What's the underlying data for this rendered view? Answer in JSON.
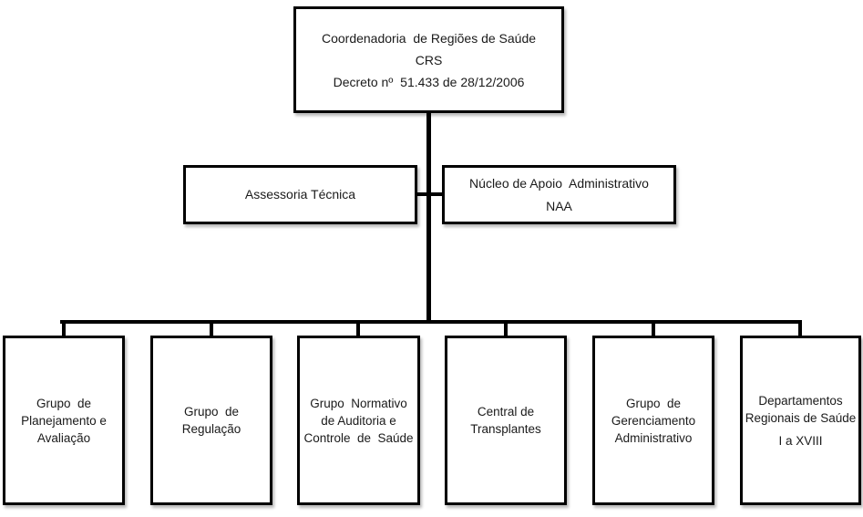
{
  "org": {
    "root": {
      "name": "Coordenadoria  de Regiões de Saúde",
      "acronym": "CRS",
      "decree": "Decreto nº  51.433 de 28/12/2006"
    },
    "advisory": {
      "name": "Assessoria Técnica"
    },
    "support": {
      "name": "Núcleo de Apoio  Administrativo",
      "acronym": "NAA"
    },
    "departments": [
      {
        "name": "Grupo  de\nPlanejamento e\nAvaliação"
      },
      {
        "name": "Grupo  de  Regulação"
      },
      {
        "name": "Grupo  Normativo\nde Auditoria e\nControle  de  Saúde"
      },
      {
        "name": "Central de\nTransplantes"
      },
      {
        "name": "Grupo  de\nGerenciamento\nAdministrativo"
      },
      {
        "name": "Departamentos\nRegionais de Saúde",
        "detail": "I a XVIII"
      }
    ],
    "colors": {
      "border": "#000000",
      "background": "#ffffff",
      "text": "#1a1a1a"
    }
  }
}
